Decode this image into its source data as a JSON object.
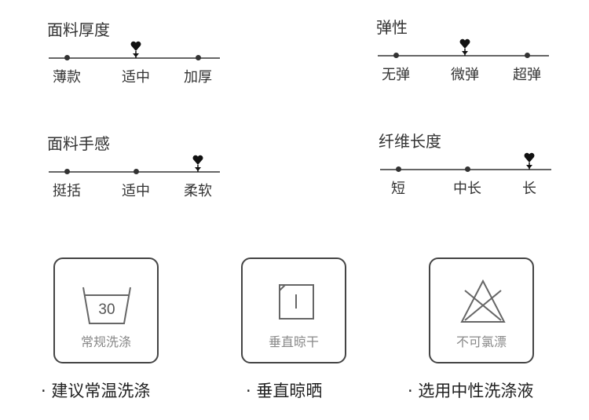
{
  "scales": [
    {
      "title": "面料厚度",
      "options": [
        "薄款",
        "适中",
        "加厚"
      ],
      "selected": 1
    },
    {
      "title": "弹性",
      "options": [
        "无弹",
        "微弹",
        "超弹"
      ],
      "selected": 1
    },
    {
      "title": "面料手感",
      "options": [
        "挺括",
        "适中",
        "柔软"
      ],
      "selected": 2
    },
    {
      "title": "纤维长度",
      "options": [
        "短",
        "中长",
        "长"
      ],
      "selected": 2
    }
  ],
  "care": [
    {
      "icon": "wash-30-icon",
      "temp": "30",
      "label": "常规洗涤",
      "caption": "· 建议常温洗涤"
    },
    {
      "icon": "drip-dry-icon",
      "label": "垂直晾干",
      "caption": "· 垂直晾晒"
    },
    {
      "icon": "no-bleach-icon",
      "label": "不可氯漂",
      "caption": "· 选用中性洗涤液"
    }
  ]
}
